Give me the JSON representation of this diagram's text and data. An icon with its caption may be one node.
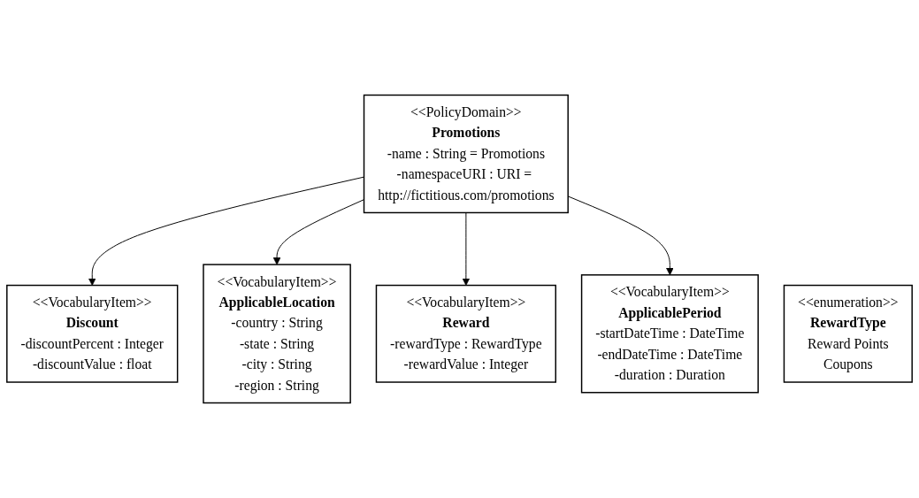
{
  "diagram": {
    "nodes": [
      {
        "text": [
          "<<VocabularyItem>>",
          "Discount",
          "-discountPercent : Integer",
          "-discountValue : float"
        ]
      },
      {
        "text": [
          "<<PolicyDomain>>",
          "Promotions",
          "-name : String = Promotions",
          "-namespaceURI : URI = http://fictitious.com/promotions"
        ]
      },
      {
        "text": [
          "<<VocabularyItem>>",
          "ApplicableLocation",
          "-country : String",
          "-state : String",
          "-city : String",
          "-region : String"
        ]
      },
      {
        "text": [
          "<<enumeration>>",
          "RewardType",
          "Reward Points",
          "Coupons"
        ]
      },
      {
        "text": [
          "<<VocabularyItem>>",
          "Reward",
          "-rewardType : RewardType",
          "-rewardValue : Integer"
        ]
      },
      {
        "text": [
          "<<VocabularyItem>>",
          "ApplicablePeriod",
          "-startDateTime : DateTime",
          "-endDateTime : DateTime",
          "-duration : Duration"
        ]
      }
    ],
    "edges": [
      {
        "from": 1,
        "to": 0,
        "arrow": "to"
      },
      {
        "from": 1,
        "to": 2,
        "arrow": "to"
      },
      {
        "from": 1,
        "to": 4,
        "arrow": "to"
      },
      {
        "from": 1,
        "to": 5,
        "arrow": "to"
      }
    ]
  }
}
